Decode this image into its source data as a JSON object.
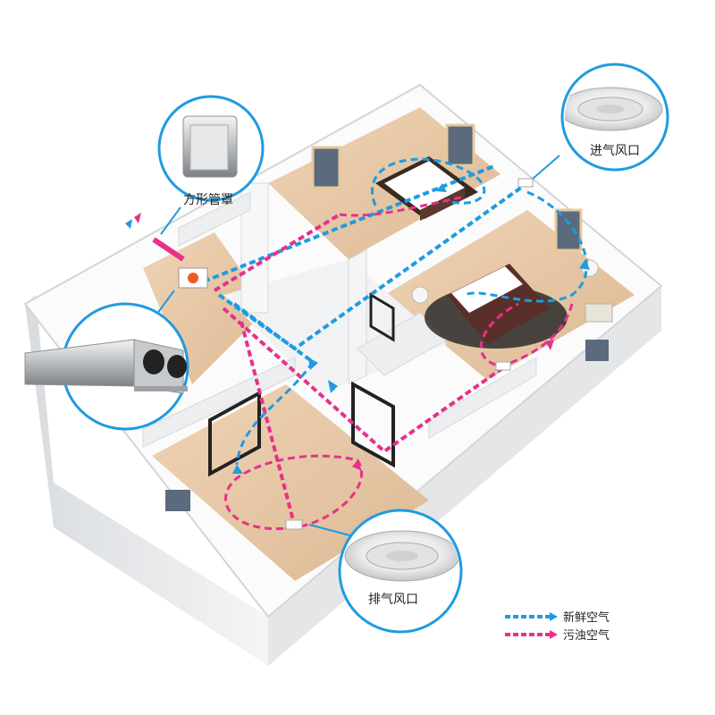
{
  "callouts": {
    "square_cover": "方形管罩",
    "intake_vent": "进气风口",
    "exhaust_vent": "排气风口"
  },
  "legend": {
    "fresh_air": "新鲜空气",
    "stale_air": "污浊空气"
  },
  "colors": {
    "fresh_air": "#1f9be0",
    "stale_air": "#e8308a",
    "floor": "#e7c9a8",
    "wall": "#f2f3f4",
    "wall_shade": "#d7dadd",
    "callout_ring": "#1f9be0"
  },
  "icons": [
    "fresh-air-arrow-icon",
    "stale-air-arrow-icon",
    "ventilation-unit-icon",
    "round-vent-icon",
    "square-cover-icon"
  ]
}
